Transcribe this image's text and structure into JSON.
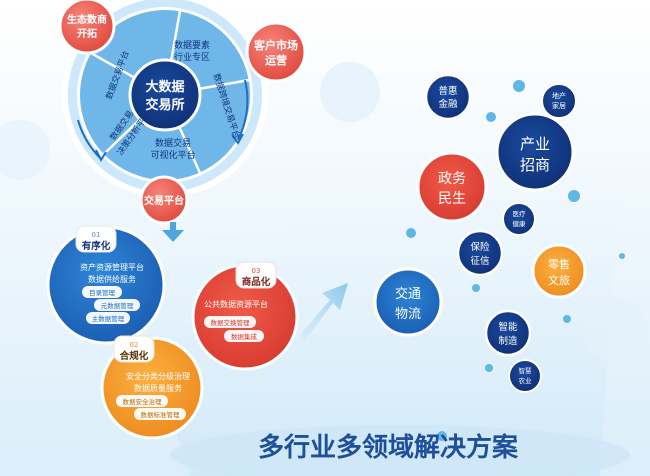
{
  "wheel": {
    "center_line1": "大数据",
    "center_line2": "交易所",
    "segments": [
      {
        "line1": "数据要素",
        "line2": "行业专区"
      },
      {
        "line1": "数据跨境交易平台",
        "line2": ""
      },
      {
        "line1": "数据交易",
        "line2": "可视化平台"
      },
      {
        "line1": "数据交易",
        "line2": "决策分析平台"
      },
      {
        "line1": "数据交易平台",
        "line2": ""
      }
    ]
  },
  "badges": {
    "eco_line1": "生态数商",
    "eco_line2": "开拓",
    "market_line1": "客户市场",
    "market_line2": "运营",
    "platform": "交易平台"
  },
  "panels": {
    "ordered": {
      "num": "01",
      "title": "有序化",
      "line1": "资产资源管理平台",
      "line2": "数据供给服务",
      "tags": [
        "目录管理",
        "元数据管理",
        "主数据管理"
      ]
    },
    "commodity": {
      "num": "03",
      "title": "商品化",
      "line1": "公共数据资源平台",
      "tags": [
        "数据交换管理",
        "数据集成"
      ]
    },
    "compliant": {
      "num": "02",
      "title": "合规化",
      "line1": "安全分类分级治理",
      "line2": "数据质量服务",
      "tags": [
        "数据安全治理",
        "数据标准管理"
      ]
    }
  },
  "industries": [
    {
      "line1": "普惠",
      "line2": "金融"
    },
    {
      "line1": "地产",
      "line2": "家居"
    },
    {
      "line1": "产业",
      "line2": "招商"
    },
    {
      "line1": "政务",
      "line2": "民生"
    },
    {
      "line1": "医疗",
      "line2": "健康"
    },
    {
      "line1": "保险",
      "line2": "征信"
    },
    {
      "line1": "零售",
      "line2": "文旅"
    },
    {
      "line1": "交通",
      "line2": "物流"
    },
    {
      "line1": "智能",
      "line2": "制造"
    },
    {
      "line1": "智慧",
      "line2": "农业"
    }
  ],
  "footer": {
    "title": "多行业多领域解决方案"
  },
  "colors": {
    "blue": "#1f6fc4",
    "navy": "#12347f",
    "red": "#e2493c",
    "orange": "#f29a2b",
    "light_blue": "#5fb7e8",
    "footer_text": "#1d4f9a"
  }
}
